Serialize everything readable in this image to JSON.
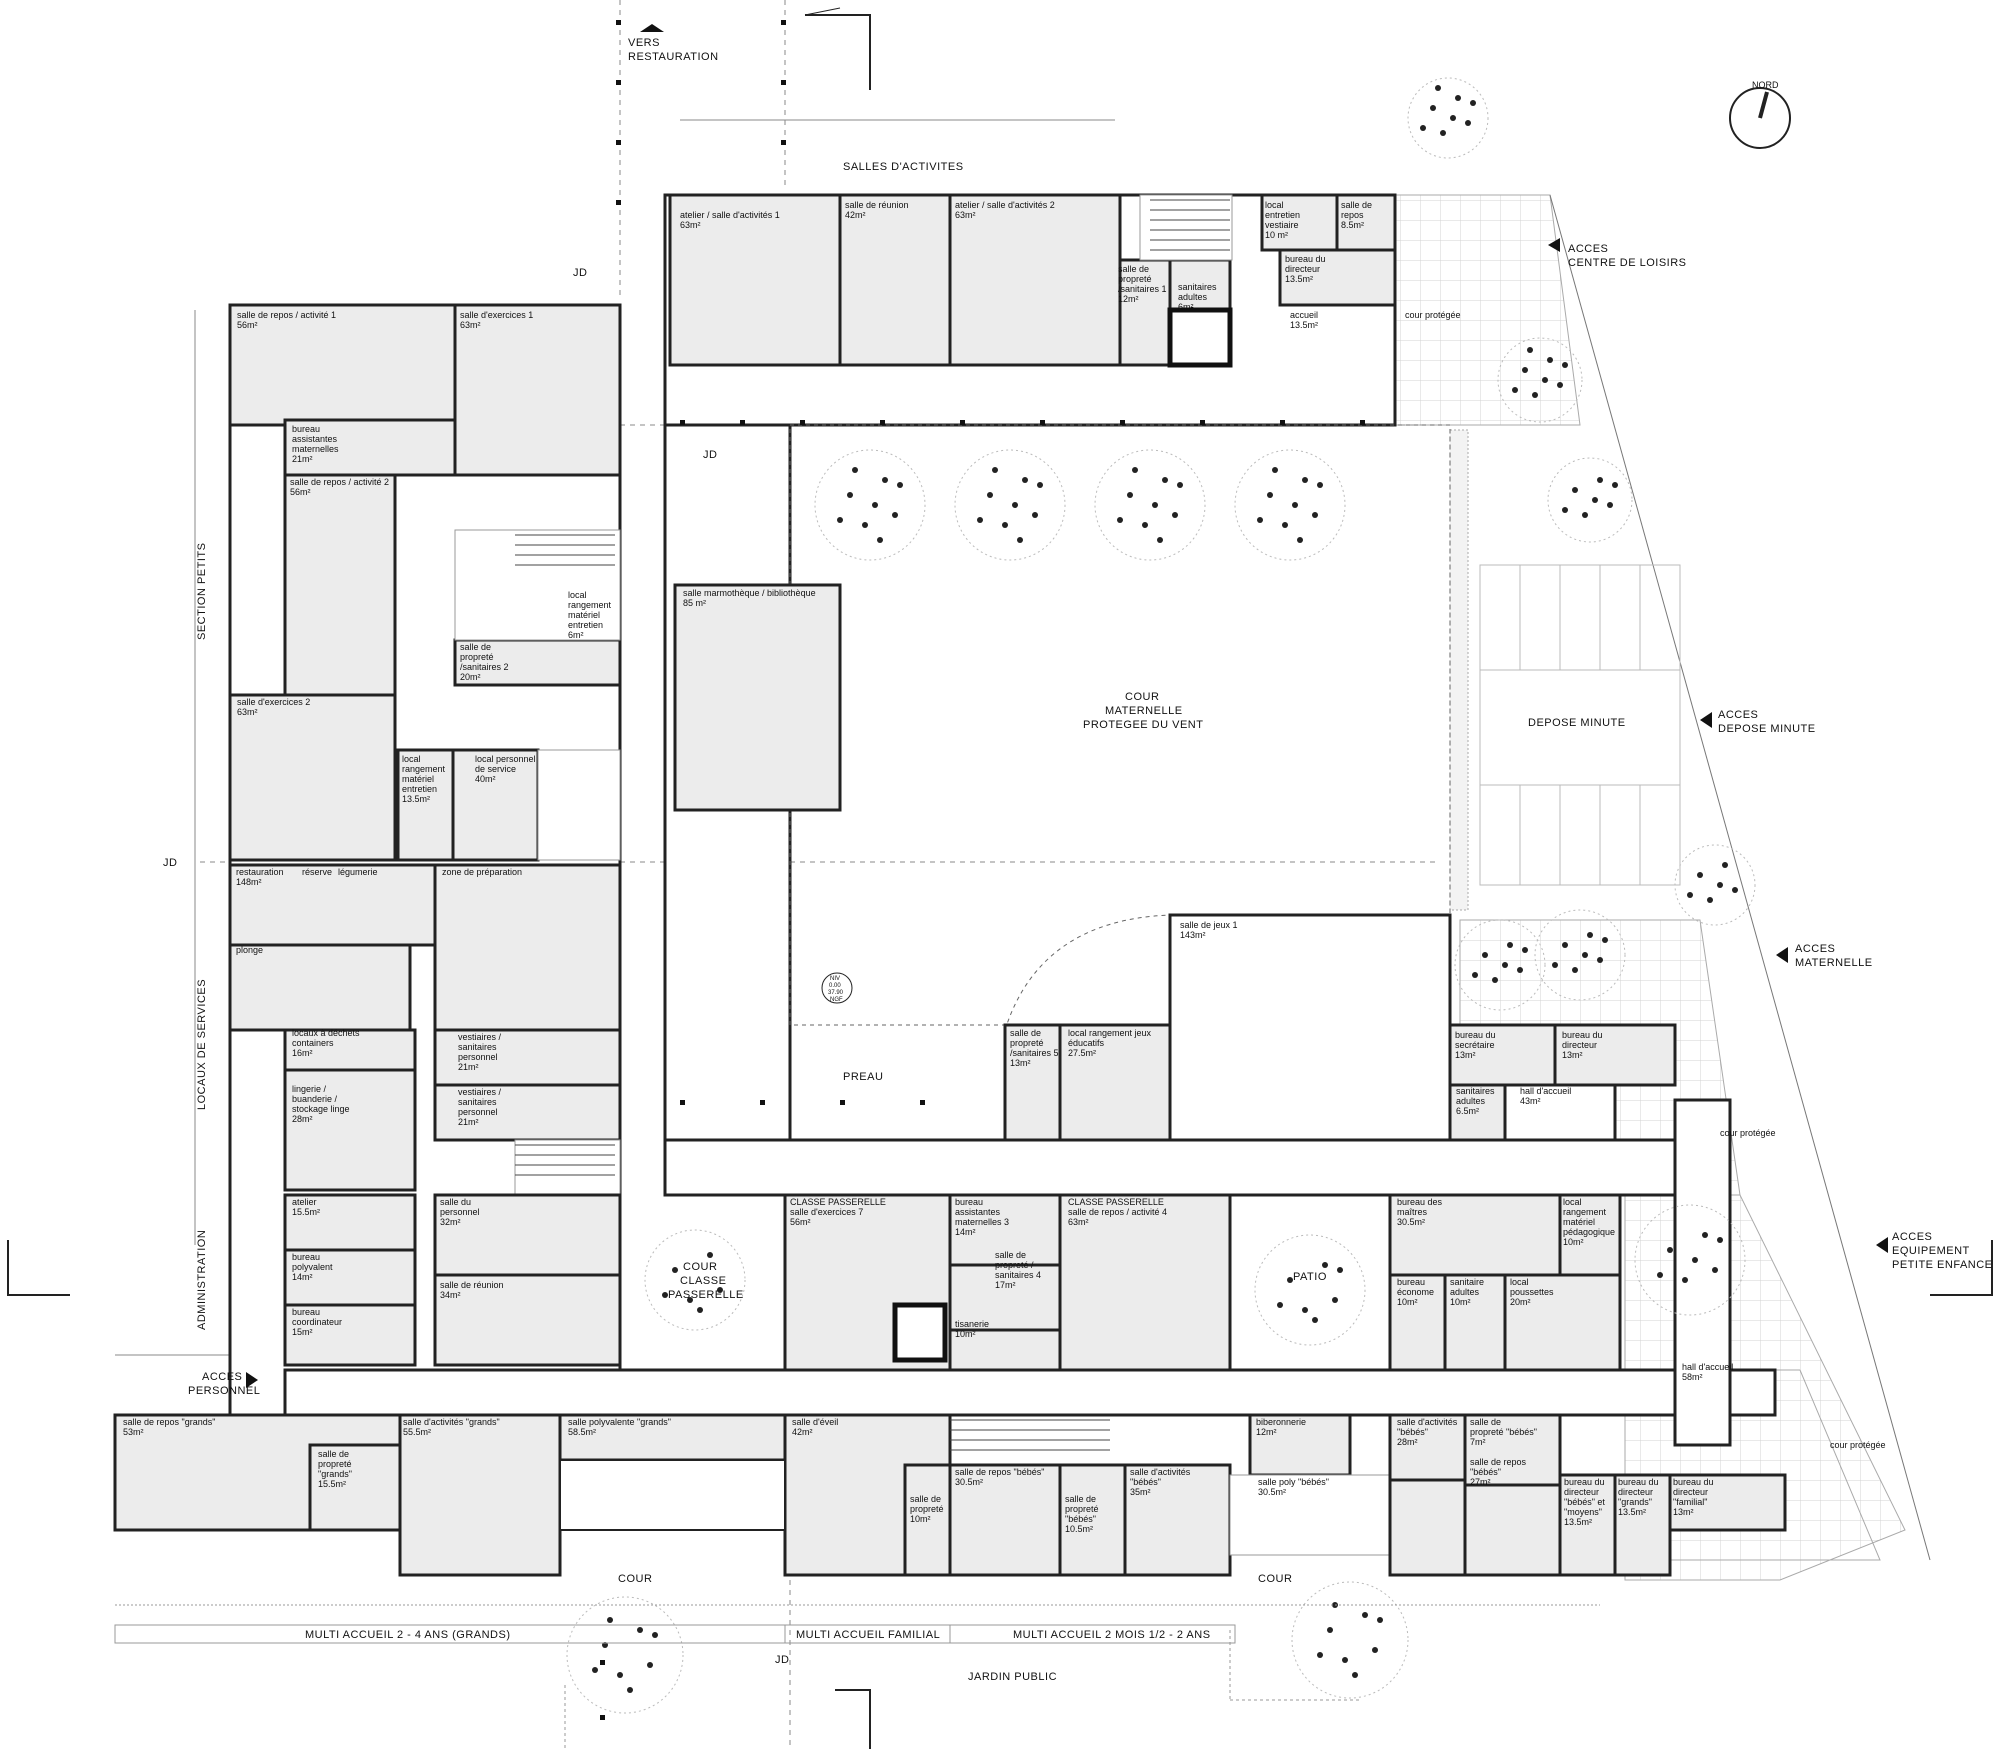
{
  "labels": {
    "vers_restauration_1": "VERS",
    "vers_restauration_2": "RESTAURATION",
    "salles_activites": "SALLES D'ACTIVITES",
    "nord": "NORD",
    "section_petits": "SECTION PETITS",
    "locaux_services": "LOCAUX DE SERVICES",
    "administration": "ADMINISTRATION",
    "jd": "JD",
    "cour_maternelle_1": "COUR",
    "cour_maternelle_2": "MATERNELLE",
    "cour_maternelle_3": "PROTEGEE DU VENT",
    "depose_minute": "DEPOSE MINUTE",
    "preau": "PREAU",
    "cour_classe_1": "COUR",
    "cour_classe_2": "CLASSE",
    "cour_classe_3": "PASSERELLE",
    "patio": "PATIO",
    "cour": "COUR",
    "cour_protegee": "cour protégée",
    "jardin_public": "JARDIN PUBLIC",
    "multi_grands": "MULTI ACCUEIL 2 - 4 ANS (GRANDS)",
    "multi_familial": "MULTI ACCUEIL FAMILIAL",
    "multi_bebes": "MULTI ACCUEIL 2 MOIS 1/2 - 2 ANS",
    "niv_1": "NIV",
    "niv_2": "0.00",
    "niv_3": "37.90",
    "niv_4": "NGF"
  },
  "access": {
    "centre_loisirs_1": "ACCES",
    "centre_loisirs_2": "CENTRE DE LOISIRS",
    "depose_minute_1": "ACCES",
    "depose_minute_2": "DEPOSE MINUTE",
    "maternelle_1": "ACCES",
    "maternelle_2": "MATERNELLE",
    "petite_enfance_1": "ACCES",
    "petite_enfance_2": "EQUIPEMENT",
    "petite_enfance_3": "PETITE ENFANCE",
    "personnel_1": "ACCES",
    "personnel_2": "PERSONNEL"
  },
  "rooms": {
    "atelier1": [
      "atelier / salle d'activités 1",
      "63m²"
    ],
    "reunion1": [
      "salle de réunion",
      "42m²"
    ],
    "atelier2": [
      "atelier / salle d'activités 2",
      "63m²"
    ],
    "proprete1": [
      "salle de",
      "propreté",
      "/sanitaires 1",
      "12m²"
    ],
    "sanitaires_adultes_top": [
      "sanitaires",
      "adultes",
      "6m²"
    ],
    "local_vestiaire": [
      "local",
      "entretien",
      "vestiaire",
      "10 m²"
    ],
    "repos_top": [
      "salle de",
      "repos",
      "8.5m²"
    ],
    "bureau_dir_top": [
      "bureau du",
      "directeur",
      "13.5m²"
    ],
    "accueil_top": [
      "accueil",
      "13.5m²"
    ],
    "cour_protegee_top": [
      "cour protégée"
    ],
    "repos_act1": [
      "salle de repos / activité 1",
      "56m²"
    ],
    "exercices1": [
      "salle d'exercices 1",
      "63m²"
    ],
    "bureau_assist": [
      "bureau",
      "assistantes",
      "maternelles",
      "21m²"
    ],
    "repos_act2": [
      "salle de repos / activité 2",
      "56m²"
    ],
    "local_rangement1": [
      "local",
      "rangement",
      "matériel",
      "entretien",
      "6m²"
    ],
    "proprete2": [
      "salle de",
      "propreté",
      "/sanitaires 2",
      "20m²"
    ],
    "marmotheque": [
      "salle marmothèque / bibliothèque",
      "85 m²"
    ],
    "exercices2": [
      "salle d'exercices 2",
      "63m²"
    ],
    "local_rangement2": [
      "local",
      "rangement",
      "matériel",
      "entretien",
      "13.5m²"
    ],
    "local_personnel": [
      "local personnel",
      "de service",
      "40m²"
    ],
    "restauration": [
      "restauration",
      "148m²"
    ],
    "reserve": [
      "réserve"
    ],
    "legumerie": [
      "légumerie"
    ],
    "zone_prep": [
      "zone de préparation"
    ],
    "plonge": [
      "plonge"
    ],
    "jeux1": [
      "salle de jeux 1",
      "143m²"
    ],
    "dechets": [
      "locaux à déchets",
      "containers",
      "16m²"
    ],
    "vestiaires1": [
      "vestiaires /",
      "sanitaires",
      "personnel",
      "21m²"
    ],
    "lingerie": [
      "lingerie /",
      "buanderie /",
      "stockage linge",
      "28m²"
    ],
    "vestiaires2": [
      "vestiaires /",
      "sanitaires",
      "personnel",
      "21m²"
    ],
    "proprete5": [
      "salle de",
      "propreté",
      "/sanitaires 5",
      "13m²"
    ],
    "rangement_jeux": [
      "local rangement jeux",
      "éducatifs",
      "27.5m²"
    ],
    "bureau_secretaire": [
      "bureau du",
      "secrétaire",
      "13m²"
    ],
    "bureau_dir_mat": [
      "bureau du",
      "directeur",
      "13m²"
    ],
    "sanitaires_adultes_mat": [
      "sanitaires",
      "adultes",
      "6.5m²"
    ],
    "hall_accueil_mat": [
      "hall d'accueil",
      "43m²"
    ],
    "cour_protegee_mid": [
      "cour protégée"
    ],
    "atelier_bottom": [
      "atelier",
      "15.5m²"
    ],
    "salle_personnel": [
      "salle du",
      "personnel",
      "32m²"
    ],
    "bureau_polyvalent": [
      "bureau",
      "polyvalent",
      "14m²"
    ],
    "bureau_coord": [
      "bureau",
      "coordinateur",
      "15m²"
    ],
    "reunion2": [
      "salle de réunion",
      "34m²"
    ],
    "classe7": [
      "CLASSE PASSERELLE",
      "salle d'exercices 7",
      "56m²"
    ],
    "bureau_assist3": [
      "bureau",
      "assistantes",
      "maternelles 3",
      "14m²"
    ],
    "proprete4": [
      "salle de",
      "propreté /",
      "sanitaires 4",
      "17m²"
    ],
    "tisanerie": [
      "tisanerie",
      "10m²"
    ],
    "classe_repos4": [
      "CLASSE PASSERELLE",
      "salle de repos / activité 4",
      "63m²"
    ],
    "bureau_maitres": [
      "bureau des",
      "maîtres",
      "30.5m²"
    ],
    "local_pedago": [
      "local",
      "rangement",
      "matériel",
      "pédagogique",
      "10m²"
    ],
    "bureau_econome": [
      "bureau",
      "économe",
      "10m²"
    ],
    "sanitaire_adultes2": [
      "sanitaire",
      "adultes",
      "10m²"
    ],
    "local_poussettes": [
      "local",
      "poussettes",
      "20m²"
    ],
    "hall_accueil_bottom": [
      "hall d'accueil",
      "58m²"
    ],
    "cour_protegee_bottom": [
      "cour protégée"
    ],
    "repos_grands": [
      "salle de repos \"grands\"",
      "53m²"
    ],
    "activites_grands": [
      "salle d'activités \"grands\"",
      "55.5m²"
    ],
    "proprete_grands": [
      "salle de",
      "propreté",
      "\"grands\"",
      "15.5m²"
    ],
    "polyvalente_grands": [
      "salle polyvalente \"grands\"",
      "58.5m²"
    ],
    "eveil": [
      "salle d'éveil",
      "42m²"
    ],
    "proprete_familial": [
      "salle de",
      "propreté",
      "10m²"
    ],
    "repos_bebes_1": [
      "salle de repos \"bébés\"",
      "30.5m²"
    ],
    "proprete_bebes_1": [
      "salle de",
      "propreté",
      "\"bébés\"",
      "10.5m²"
    ],
    "activites_bebes_1": [
      "salle d'activités",
      "\"bébés\"",
      "35m²"
    ],
    "biberonnerie": [
      "biberonnerie",
      "12m²"
    ],
    "poly_bebes": [
      "salle poly \"bébés\"",
      "30.5m²"
    ],
    "activites_bebes_2": [
      "salle d'activités",
      "\"bébés\"",
      "28m²"
    ],
    "proprete_bebes_2": [
      "salle de",
      "propreté \"bébés\"",
      "7m²"
    ],
    "repos_bebes_2": [
      "salle de repos",
      "\"bébés\"",
      "27m²"
    ],
    "bureau_bebes_moyens": [
      "bureau du",
      "directeur",
      "\"bébés\" et",
      "\"moyens\"",
      "13.5m²"
    ],
    "bureau_grands": [
      "bureau du",
      "directeur",
      "\"grands\"",
      "13.5m²"
    ],
    "bureau_familial": [
      "bureau du",
      "directeur",
      "\"familial\"",
      "13m²"
    ]
  }
}
